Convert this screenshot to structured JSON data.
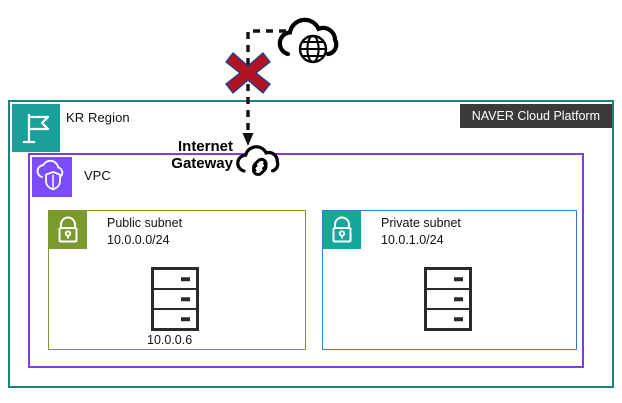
{
  "diagram": {
    "title": "NAVER Cloud Platform VPC network diagram",
    "colors": {
      "region_border": "#19837c",
      "region_icon_bg": "#1aa09a",
      "vpc_border": "#7b3fe4",
      "vpc_icon_bg": "#7c4dff",
      "public_subnet_border": "#7a9a2e",
      "public_subnet_icon_bg": "#7a9a2e",
      "private_subnet_border": "#2f7fd0",
      "private_subnet_icon_bg": "#16a79c",
      "badge_bg": "#3a3a3a",
      "x_mark": "#b01423",
      "line": "#111111"
    }
  },
  "platform_badge": {
    "label": "NAVER Cloud Platform"
  },
  "region": {
    "label": "KR Region",
    "icon": "flag-icon"
  },
  "vpc": {
    "label": "VPC",
    "icon": "vpc-cloud-shield-icon"
  },
  "internet": {
    "icon": "internet-cloud-globe-icon"
  },
  "connector": {
    "style": "dashed",
    "blocked": true,
    "blocked_marker": "red-x-icon"
  },
  "internet_gateway": {
    "label_line1": "Internet",
    "label_line2": "Gateway",
    "icon": "internet-gateway-cloud-link-icon"
  },
  "subnets": [
    {
      "name": "Public subnet",
      "cidr": "10.0.0.0/24",
      "icon": "lock-icon",
      "server": {
        "icon": "server-rack-icon",
        "ip": "10.0.0.6"
      }
    },
    {
      "name": "Private subnet",
      "cidr": "10.0.1.0/24",
      "icon": "lock-icon",
      "server": {
        "icon": "server-rack-icon",
        "ip": ""
      }
    }
  ]
}
